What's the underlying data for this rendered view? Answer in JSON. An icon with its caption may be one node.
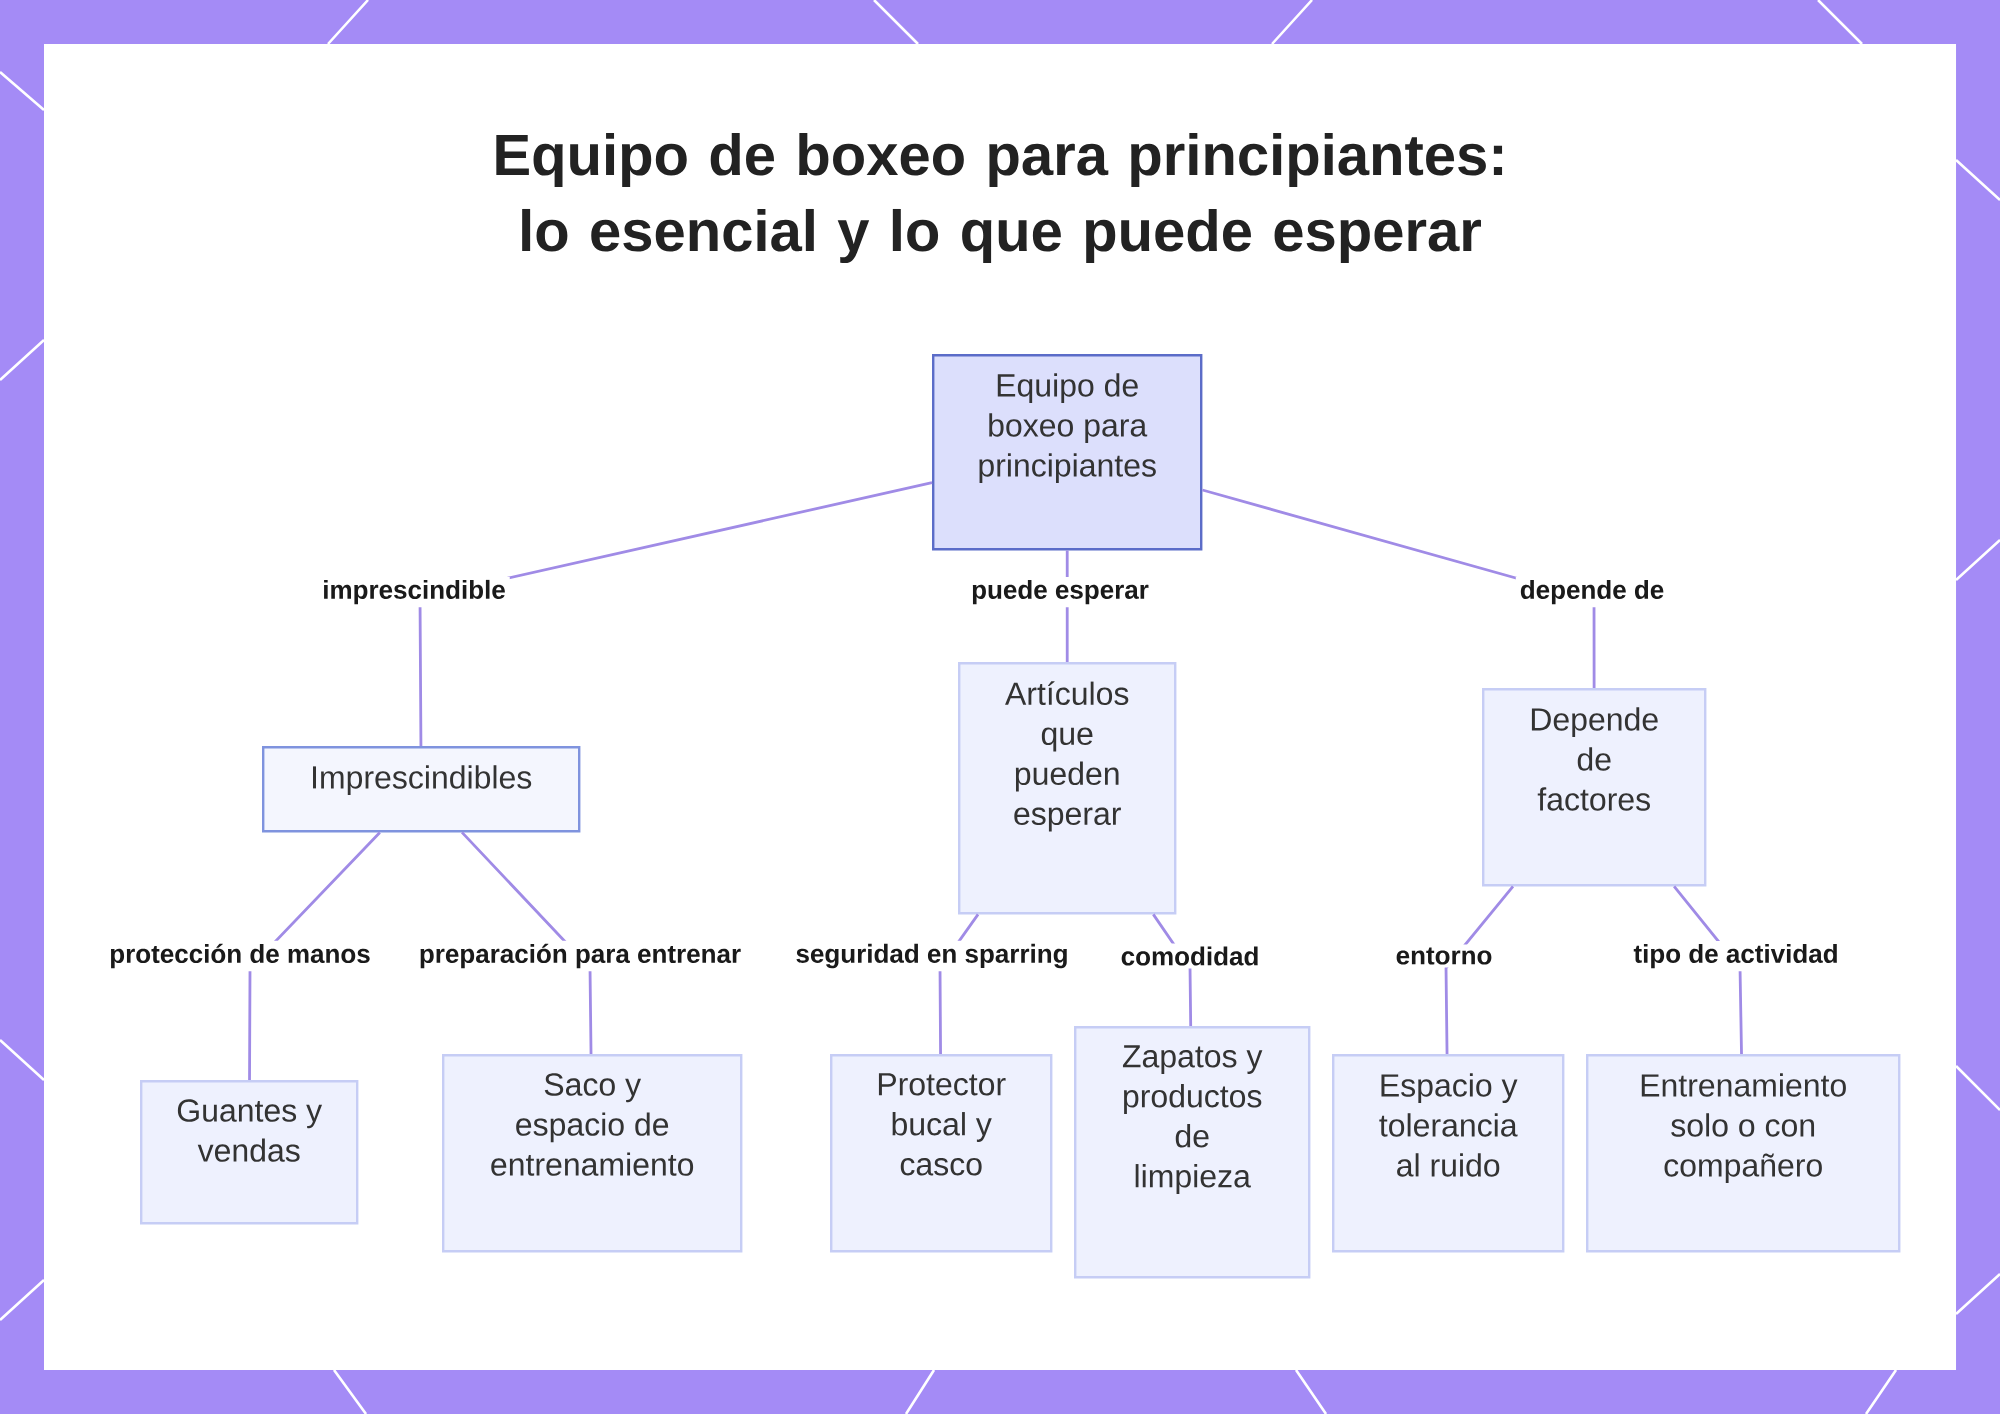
{
  "diagram": {
    "title": "Equipo de boxeo para principiantes: lo esencial y lo que puede esperar",
    "nodes": [
      {
        "text": [
          "Equipo de boxeo para principiantes"
        ]
      },
      {
        "text": [
          "Imprescindibles"
        ]
      },
      {
        "text": [
          "Artículos que pueden esperar"
        ]
      },
      {
        "text": [
          "Depende de factores"
        ]
      },
      {
        "text": [
          "Guantes y vendas"
        ]
      },
      {
        "text": [
          "Saco y espacio de entrenamiento"
        ]
      },
      {
        "text": [
          "Protector bucal y casco"
        ]
      },
      {
        "text": [
          "Zapatos y productos de limpieza"
        ]
      },
      {
        "text": [
          "Espacio y tolerancia al ruido"
        ]
      },
      {
        "text": [
          "Entrenamiento solo o con compañero"
        ]
      }
    ],
    "edges": [
      {
        "from": 0,
        "to": 1,
        "arrow": "none",
        "label": "imprescindible"
      },
      {
        "from": 0,
        "to": 2,
        "arrow": "none",
        "label": "puede esperar"
      },
      {
        "from": 0,
        "to": 3,
        "arrow": "none",
        "label": "depende de"
      },
      {
        "from": 1,
        "to": 4,
        "arrow": "none",
        "label": "protección de manos"
      },
      {
        "from": 1,
        "to": 5,
        "arrow": "none",
        "label": "preparación para entrenar"
      },
      {
        "from": 2,
        "to": 6,
        "arrow": "none",
        "label": "seguridad en sparring"
      },
      {
        "from": 2,
        "to": 7,
        "arrow": "none",
        "label": "comodidad"
      },
      {
        "from": 3,
        "to": 8,
        "arrow": "none",
        "label": "entorno"
      },
      {
        "from": 3,
        "to": 9,
        "arrow": "none",
        "label": "tipo de actividad"
      }
    ]
  }
}
